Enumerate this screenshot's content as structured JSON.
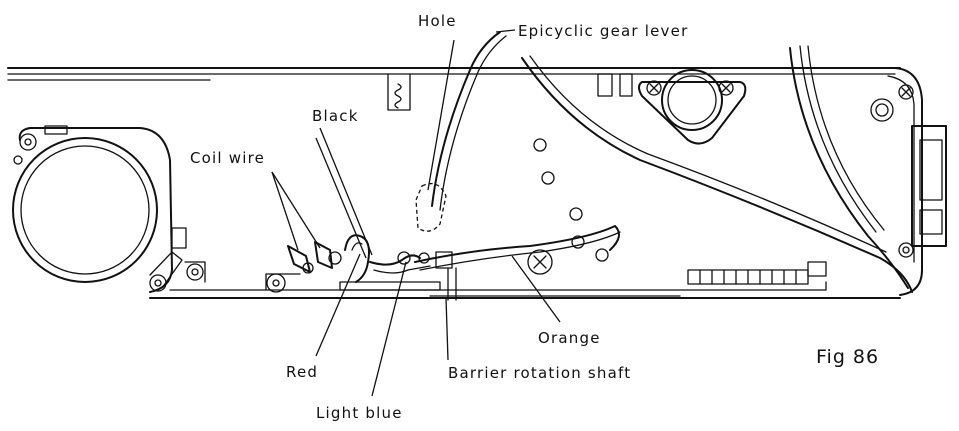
{
  "figure": {
    "label": "Fig 86",
    "callouts": {
      "hole": "Hole",
      "epicyclic_gear_lever": "Epicyclic gear lever",
      "black": "Black",
      "coil_wire": "Coil wire",
      "red": "Red",
      "light_blue": "Light blue",
      "orange": "Orange",
      "barrier_rotation_shaft": "Barrier rotation shaft"
    }
  }
}
